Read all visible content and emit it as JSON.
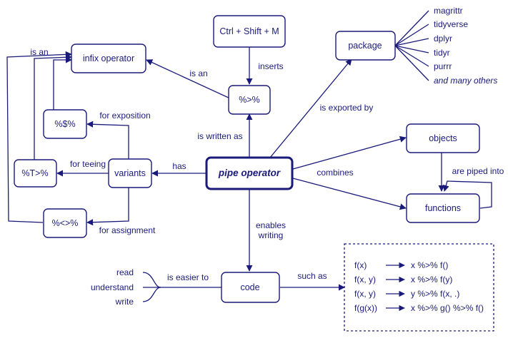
{
  "nodes": {
    "shortcut": "Ctrl + Shift + M",
    "infix_operator": "infix operator",
    "package": "package",
    "pipe_symbol": "%>%",
    "exposition_pipe": "%$%",
    "tee_pipe": "%T>%",
    "assignment_pipe": "%<>%",
    "variants": "variants",
    "pipe_operator": "pipe operator",
    "objects": "objects",
    "functions": "functions",
    "code": "code"
  },
  "packages": [
    "magrittr",
    "tidyverse",
    "dplyr",
    "tidyr",
    "purrr",
    "and many others"
  ],
  "edge_labels": {
    "is_an_top": "is an",
    "is_an_mid": "is an",
    "inserts": "inserts",
    "is_written_as": "is written as",
    "is_exported_by": "is exported by",
    "for_exposition": "for exposition",
    "for_teeing": "for teeing",
    "has": "has",
    "for_assignment": "for assignment",
    "combines": "combines",
    "are_piped_into": "are piped into",
    "enables_writing_1": "enables",
    "enables_writing_2": "writing",
    "is_easier_to": "is easier to",
    "such_as": "such as"
  },
  "qualities": [
    "read",
    "understand",
    "write"
  ],
  "examples": [
    {
      "left": "f(x)",
      "right": "x %>% f()"
    },
    {
      "left": "f(x, y)",
      "right": "x %>% f(y)"
    },
    {
      "left": "f(x, y)",
      "right": "y %>% f(x, .)"
    },
    {
      "left": "f(g(x))",
      "right": "x %>% g() %>% f()"
    }
  ],
  "colors": {
    "ink": "#1a1a7a"
  }
}
